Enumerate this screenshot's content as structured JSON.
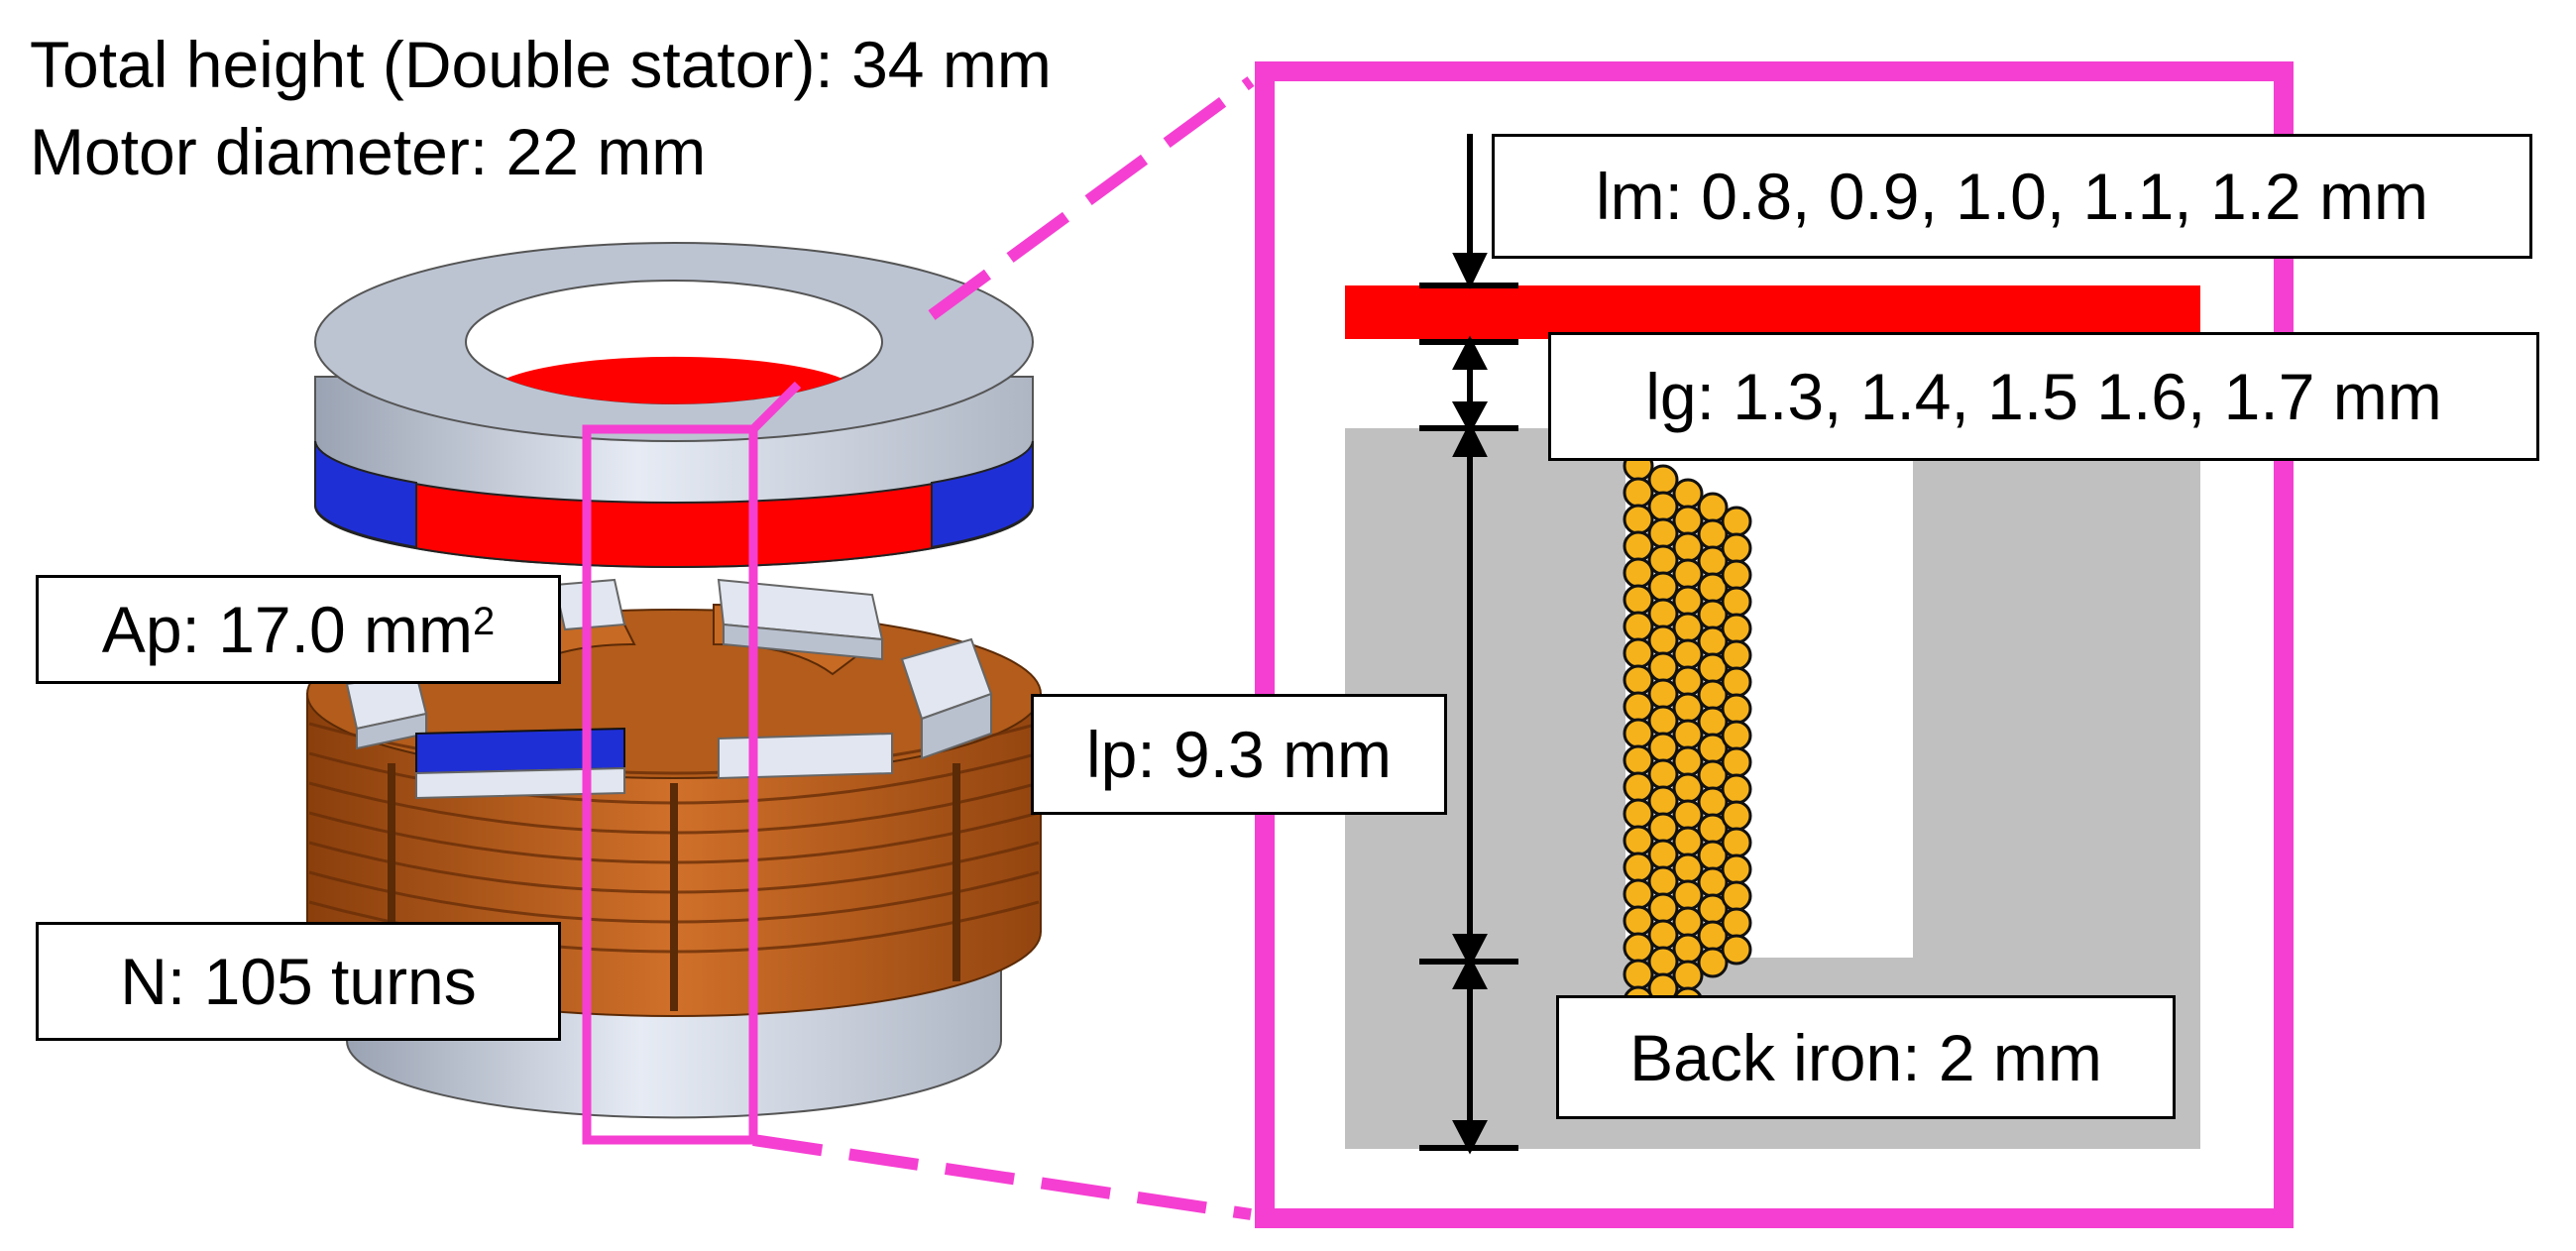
{
  "specs": {
    "total_height": "Total height (Double stator): 34 mm",
    "motor_diameter": "Motor diameter: 22 mm"
  },
  "labels": {
    "ap_text": "Ap: 17.0 mm",
    "ap_superscript": "2",
    "lp": "lp: 9.3 mm",
    "n": "N: 105 turns",
    "lm": "lm: 0.8, 0.9, 1.0, 1.1, 1.2 mm",
    "lg": "lg: 1.3, 1.4, 1.5 1.6, 1.7 mm",
    "back_iron": "Back iron: 2 mm"
  },
  "colors": {
    "highlight": "#f53fd2",
    "magnet_red": "#ff0000",
    "magnet_blue": "#1f2fd6",
    "iron_gray": "#c0c0c0",
    "stator_steel": "#d4dceb",
    "winding_copper": "#c0621a",
    "wire_gold": "#f6b21a"
  }
}
